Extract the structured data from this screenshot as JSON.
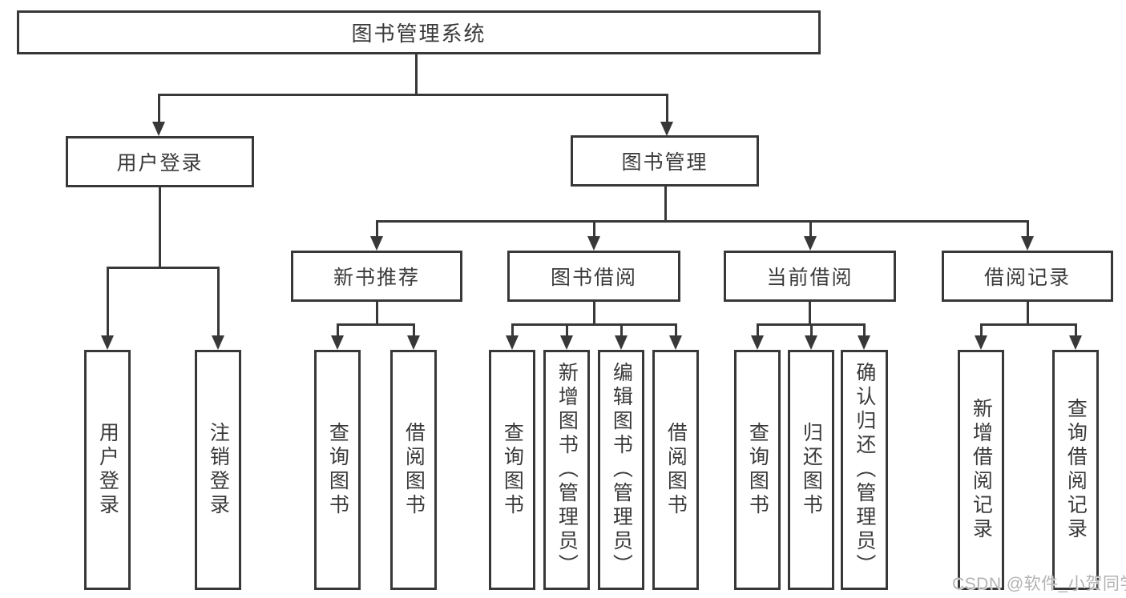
{
  "diagram": {
    "root": {
      "label": "图书管理系统"
    },
    "branches": [
      {
        "label": "用户登录",
        "children": [
          {
            "label": "用户登录"
          },
          {
            "label": "注销登录"
          }
        ]
      },
      {
        "label": "图书管理",
        "children": [
          {
            "label": "新书推荐",
            "children": [
              {
                "label": "查询图书"
              },
              {
                "label": "借阅图书"
              }
            ]
          },
          {
            "label": "图书借阅",
            "children": [
              {
                "label": "查询图书"
              },
              {
                "label": "新增图书（管理员）"
              },
              {
                "label": "编辑图书（管理员）"
              },
              {
                "label": "借阅图书"
              }
            ]
          },
          {
            "label": "当前借阅",
            "children": [
              {
                "label": "查询图书"
              },
              {
                "label": "归还图书"
              },
              {
                "label": "确认归还（管理员）"
              }
            ]
          },
          {
            "label": "借阅记录",
            "children": [
              {
                "label": "新增借阅记录"
              },
              {
                "label": "查询借阅记录"
              }
            ]
          }
        ]
      }
    ]
  },
  "watermark": {
    "text": "CSDN @软件_小贺同学"
  },
  "colors": {
    "line": "#383838",
    "border": "#383838",
    "box_fill": "#ffffff",
    "text": "#3a3a3a",
    "watermark": "#b3b3b3",
    "background": "#ffffff"
  }
}
